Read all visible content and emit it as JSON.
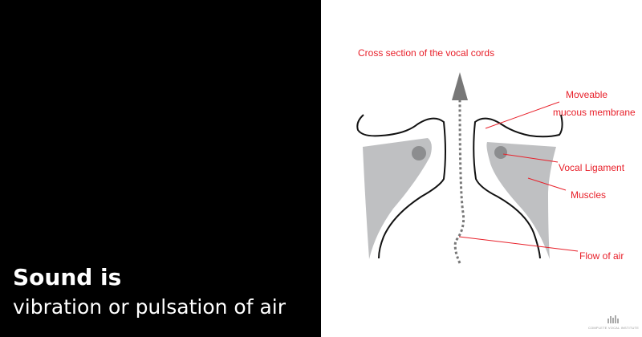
{
  "headline": {
    "title": "Sound is",
    "subtitle": "vibration or pulsation of air"
  },
  "diagram": {
    "title": "Cross section of the vocal cords",
    "labels": {
      "membrane_1": "Moveable",
      "membrane_2": "mucous membrane",
      "ligament": "Vocal Ligament",
      "muscles": "Muscles",
      "airflow": "Flow of air"
    },
    "colors": {
      "label": "#e8202a",
      "tissue": "#bfc0c2",
      "ligament": "#8c8d8f",
      "outline": "#111111",
      "airflow": "#777777"
    }
  },
  "logo": {
    "text": "COMPLETE VOCAL INSTITUTE"
  }
}
